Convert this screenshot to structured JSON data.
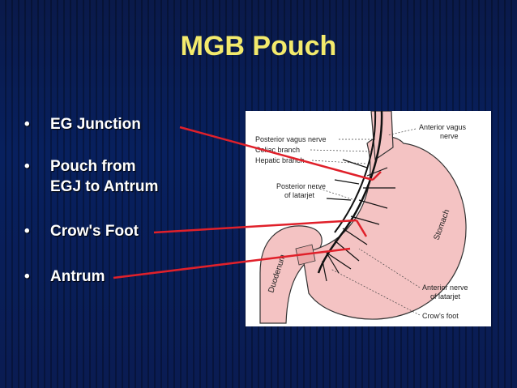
{
  "slide": {
    "title": "MGB Pouch",
    "bullets": [
      {
        "symbol": "•",
        "text": "EG Junction"
      },
      {
        "symbol": "•",
        "text_line1": "Pouch from",
        "text_line2": "EGJ to Antrum"
      },
      {
        "symbol": "•",
        "text": "Crow's Foot"
      },
      {
        "symbol": "•",
        "text": "Antrum"
      }
    ]
  },
  "diagram": {
    "labels": {
      "posterior_vagus": "Posterior vagus nerve",
      "celiac": "Celiac branch",
      "hepatic": "Hepatic branch",
      "posterior_latarjet_1": "Posterior nerve",
      "posterior_latarjet_2": "of latarjet",
      "anterior_vagus_1": "Anterior vagus",
      "anterior_vagus_2": "nerve",
      "stomach": "Stomach",
      "duodenum": "Duodenum",
      "anterior_latarjet_1": "Anterior nerve",
      "anterior_latarjet_2": "of latarjet",
      "crows_foot": "Crow's foot"
    }
  },
  "colors": {
    "title": "#f3ea6c",
    "arrow": "#e0202a",
    "stomach": "#f4c3c3"
  }
}
